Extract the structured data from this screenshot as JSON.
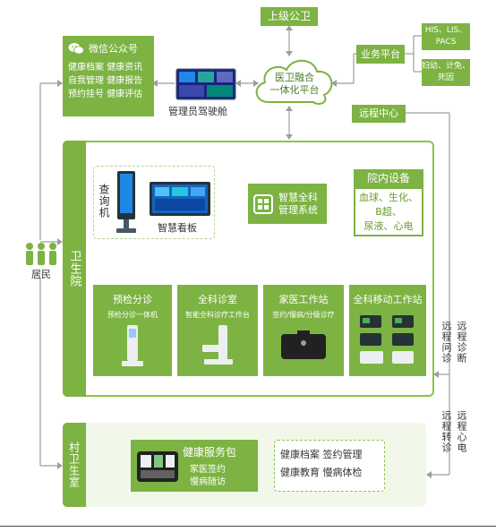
{
  "top": {
    "superior_health": "上级公卫",
    "platform": [
      "医卫融合",
      "一体化平台"
    ],
    "business_platform": "业务平台",
    "his": [
      "HIS、LIS、",
      "PACS"
    ],
    "women": [
      "妇幼、计免、",
      "死因"
    ],
    "remote_center": "远程中心"
  },
  "wechat": {
    "title": "微信公众号",
    "items": [
      [
        "健康档案",
        "健康资讯"
      ],
      [
        "自我管理",
        "健康报告"
      ],
      [
        "预约挂号",
        "健康评估"
      ]
    ]
  },
  "cockpit": {
    "label": "管理员驾驶舱"
  },
  "resident": {
    "label": "居民"
  },
  "health_station": {
    "label": "卫生院"
  },
  "kiosk": {
    "label": "查询机"
  },
  "dashboard": {
    "label": "智慧看板"
  },
  "smart_gp": {
    "label": [
      "智慧全科",
      "管理系统"
    ]
  },
  "hospital_devices": {
    "title": "院内设备",
    "items": [
      "血球、生化、",
      "B超、",
      "尿液、心电"
    ]
  },
  "stations": [
    {
      "title": "预检分诊",
      "sub": "预检分诊一体机"
    },
    {
      "title": "全科诊室",
      "sub": "智能全科诊疗工作台"
    },
    {
      "title": "家医工作站",
      "sub": "签约/慢病/分级诊疗"
    },
    {
      "title": "全科移动工作站",
      "sub": ""
    }
  ],
  "remote_labels": {
    "consult": "远程问诊",
    "diagnosis": "远程诊断",
    "referral": "远程转诊",
    "ecg": "远程心电"
  },
  "village": {
    "label": "村卫生室",
    "kit_title": "健康服务包",
    "kit_items": [
      "家医签约",
      "慢病随访"
    ],
    "services": [
      [
        "健康档案",
        "签约管理"
      ],
      [
        "健康教育",
        "慢病体检"
      ]
    ]
  },
  "colors": {
    "green": "#7cb342",
    "light_green": "#f1f8e9",
    "line": "#9e9e9e"
  }
}
